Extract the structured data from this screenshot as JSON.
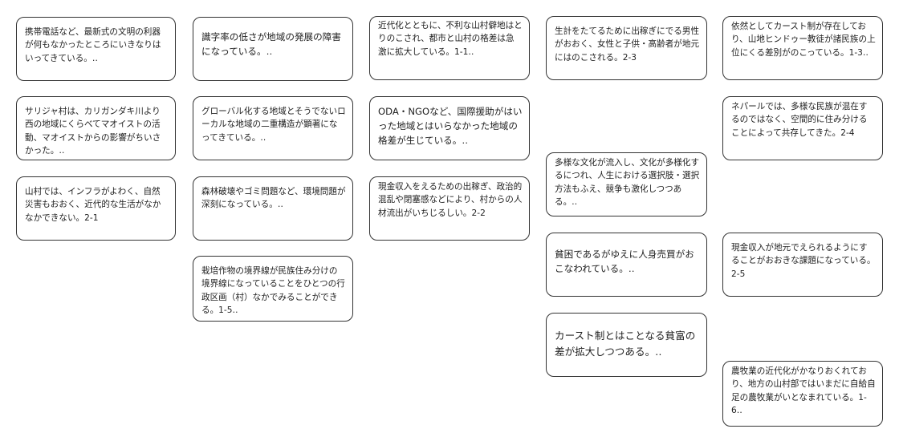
{
  "cards": {
    "c1": "携帯電話など、最新式の文明の利器が何もなかったところにいきなりはいってきている。‥",
    "c2": "サリジャ村は、カリガンダキ川より西の地域にくらべてマオイストの活動、マオイストからの影響がちいさかった。‥",
    "c3": "山村では、インフラがよわく、自然災害もおおく、近代的な生活がなかなかできない。2-1",
    "c4": "識字率の低さが地域の発展の障害になっている。‥",
    "c5": "グローバル化する地域とそうでないローカルな地域の二重構造が顕著になってきている。‥",
    "c6": "森林破壊やゴミ問題など、環境問題が深刻になっている。‥",
    "c7": "栽培作物の境界線が民族住み分けの境界線になっていることをひとつの行政区画（村）なかでみることができる。1-5‥",
    "c8": "近代化とともに、不利な山村僻地はとりのこされ、都市と山村の格差は急激に拡大している。1-1‥",
    "c9": "ODA・NGOなど、国際援助がはいった地域とはいらなかった地域の格差が生じている。‥",
    "c10": "現金収入をえるための出稼ぎ、政治的混乱や閉塞感などにより、村からの人材流出がいちじるしい。2-2",
    "c11": "生計をたてるために出稼ぎにでる男性がおおく、女性と子供・高齢者が地元にはのこされる。2-3",
    "c12": "多様な文化が流入し、文化が多様化するにつれ、人生における選択肢・選択方法もふえ、競争も激化しつつある。‥",
    "c13": "貧困であるがゆえに人身売買がおこなわれている。‥",
    "c14": "カースト制とはことなる貧富の差が拡大しつつある。‥",
    "c15": "依然としてカースト制が存在しており、山地ヒンドゥー教徒が諸民族の上位にくる差別がのこっている。1-3‥",
    "c16": "ネパールでは、多様な民族が混在するのではなく、空間的に住み分けることによって共存してきた。2-4",
    "c17": "現金収入が地元でえられるようにすることがおおきな課題になっている。2-5",
    "c18": "農牧業の近代化がかなりおくれており、地方の山村部ではいまだに自給自足の農牧業がいとなまれている。1-6‥"
  }
}
